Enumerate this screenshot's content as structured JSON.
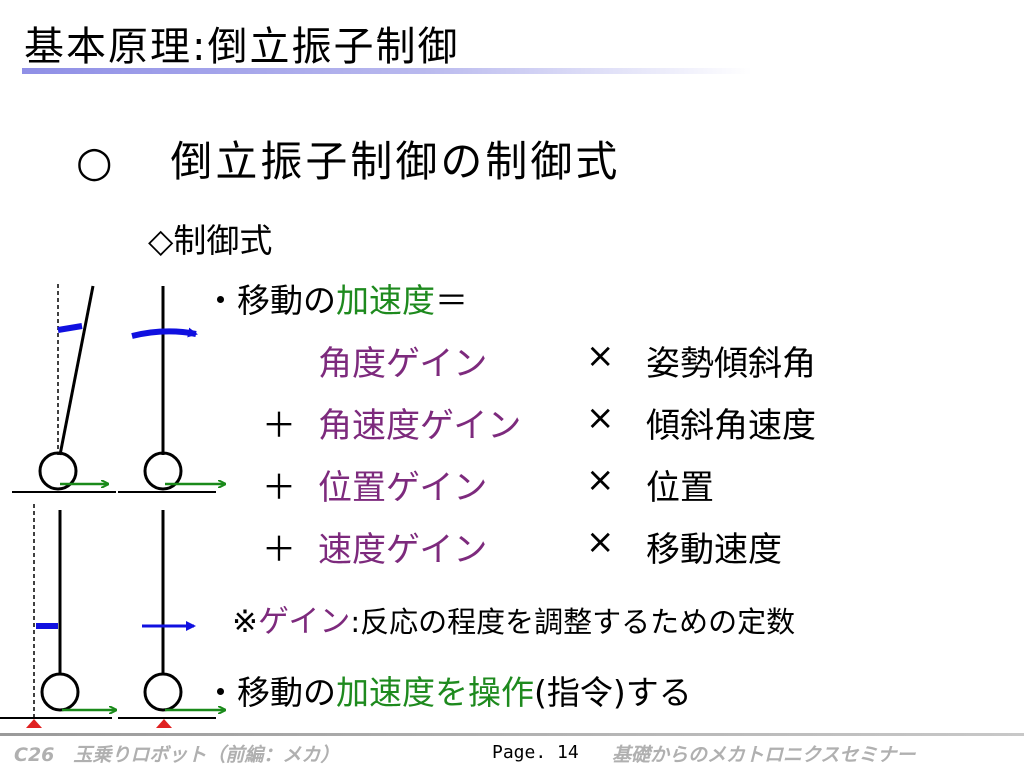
{
  "title": "基本原理:倒立振子制御",
  "heading": {
    "marker": "○",
    "text": "倒立振子制御の制御式"
  },
  "subheading": "◇制御式",
  "bullet1": {
    "prefix": "・移動の",
    "highlight": "加速度",
    "suffix": "＝"
  },
  "terms": [
    {
      "op": "",
      "gain": "角度ゲイン",
      "times": "×",
      "var": "姿勢傾斜角"
    },
    {
      "op": "＋",
      "gain": "角速度ゲイン",
      "times": "×",
      "var": "傾斜角速度"
    },
    {
      "op": "＋",
      "gain": "位置ゲイン",
      "times": "×",
      "var": "位置"
    },
    {
      "op": "＋",
      "gain": "速度ゲイン",
      "times": "×",
      "var": "移動速度"
    }
  ],
  "note": {
    "prefix": "※",
    "highlight": "ゲイン",
    "suffix": ":反応の程度を調整するための定数"
  },
  "bullet2": {
    "prefix": "・移動の",
    "highlight": "加速度を操作",
    "suffix": "(指令)する"
  },
  "footer": {
    "left": "C26　玉乗りロボット（前編：メカ）",
    "page": "Page. 14",
    "right": "基礎からのメカトロニクスセミナー"
  },
  "colors": {
    "green": "#1e8a1e",
    "purple": "#7d2a7d",
    "blue_arrow": "#1010e0",
    "green_arrow": "#1a8a1a",
    "red_marker": "#e02020"
  }
}
